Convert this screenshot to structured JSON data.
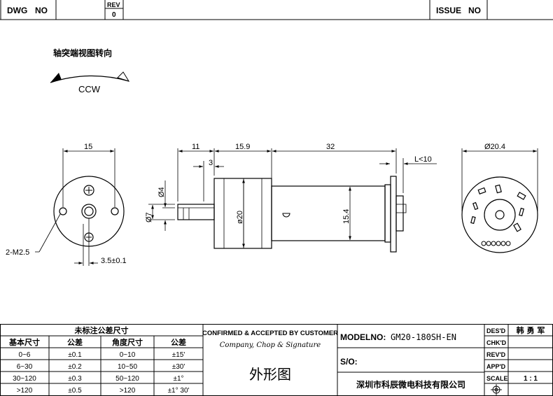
{
  "header": {
    "dwg_label": "DWG",
    "dwg_no": "NO",
    "rev_label": "REV",
    "rev_value": "0",
    "issue_label": "ISSUE",
    "issue_no": "NO"
  },
  "rotation": {
    "title": "轴突端视图转向",
    "direction": "CCW"
  },
  "dimensions": {
    "front_width": "15",
    "front_thread": "2-M2.5",
    "front_offset": "3.5±0.1",
    "shaft_length": "11",
    "flange_length": "15.9",
    "body_length": "32",
    "terminal_length": "L<10",
    "shaft_flat": "3",
    "shaft_dia_flat": "Ø4",
    "shaft_dia": "Ø7",
    "gear_dia": "ø20",
    "body_height": "15.4",
    "rear_dia": "Ø20.4"
  },
  "tolerance_table": {
    "title": "未标注公差尺寸",
    "headers": [
      "基本尺寸",
      "公差",
      "角度尺寸",
      "公差"
    ],
    "rows": [
      [
        "0~6",
        "±0.1",
        "0~10",
        "±15'"
      ],
      [
        "6~30",
        "±0.2",
        "10~50",
        "±30'"
      ],
      [
        "30~120",
        "±0.3",
        "50~120",
        "±1°"
      ],
      [
        ">120",
        "±0.5",
        ">120",
        "±1° 30'"
      ]
    ]
  },
  "confirmation": {
    "title": "CONFIRMED & ACCEPTED BY CUSTOMER",
    "subtitle": "Company, Chop & Signature",
    "drawing_name": "外形图"
  },
  "model": {
    "label": "MODELNO:",
    "value": "GM20-180SH-EN",
    "so_label": "S/O:",
    "company": "深圳市科辰微电科技有限公司"
  },
  "signoff": {
    "des_label": "DES'D",
    "des_value": "韩 勇 军",
    "chk_label": "CHK'D",
    "rev_label": "REV'D",
    "app_label": "APP'D",
    "scale_label": "SCALE",
    "scale_value": "1 : 1"
  }
}
